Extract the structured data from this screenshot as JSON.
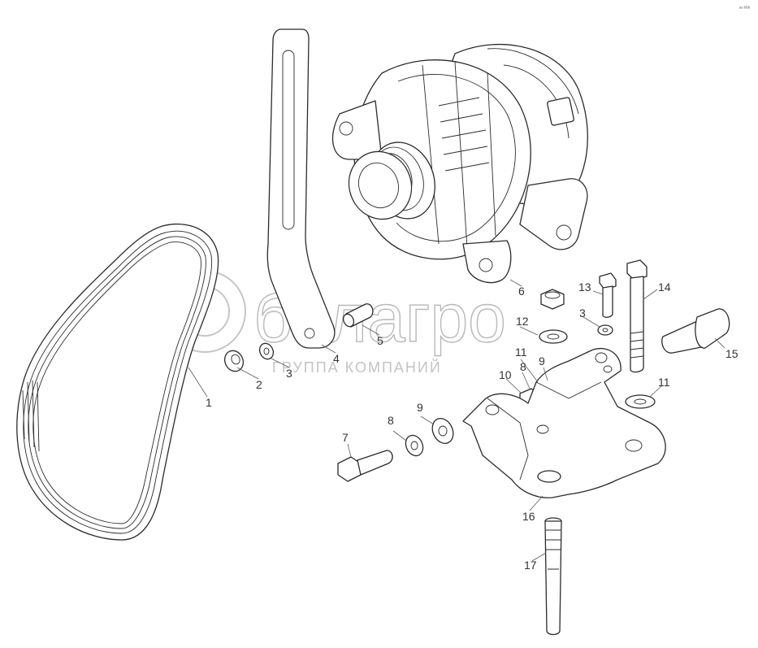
{
  "drawing": {
    "corner_mark": "ᵃᵒ ᵇᵇᵇ",
    "watermark": {
      "brand": "белагро",
      "tagline": "ГРУППА КОМПАНИЙ"
    },
    "callouts": [
      {
        "id": "c1",
        "label": "1"
      },
      {
        "id": "c2",
        "label": "2"
      },
      {
        "id": "c3a",
        "label": "3"
      },
      {
        "id": "c3b",
        "label": "3"
      },
      {
        "id": "c4",
        "label": "4"
      },
      {
        "id": "c5",
        "label": "5"
      },
      {
        "id": "c6",
        "label": "6"
      },
      {
        "id": "c7",
        "label": "7"
      },
      {
        "id": "c8a",
        "label": "8"
      },
      {
        "id": "c8b",
        "label": "8"
      },
      {
        "id": "c9a",
        "label": "9"
      },
      {
        "id": "c9b",
        "label": "9"
      },
      {
        "id": "c10",
        "label": "10"
      },
      {
        "id": "c11a",
        "label": "11"
      },
      {
        "id": "c11b",
        "label": "11"
      },
      {
        "id": "c12",
        "label": "12"
      },
      {
        "id": "c13",
        "label": "13"
      },
      {
        "id": "c14",
        "label": "14"
      },
      {
        "id": "c15",
        "label": "15"
      },
      {
        "id": "c16",
        "label": "16"
      },
      {
        "id": "c17",
        "label": "17"
      }
    ],
    "parts": [
      {
        "id": "belt",
        "icon": "poly-v-belt-icon"
      },
      {
        "id": "adjusting-bar",
        "icon": "slotted-bracket-icon"
      },
      {
        "id": "alternator",
        "icon": "alternator-icon"
      },
      {
        "id": "mount-bracket",
        "icon": "alternator-mount-bracket-icon"
      },
      {
        "id": "stud",
        "icon": "stud-icon"
      }
    ]
  }
}
